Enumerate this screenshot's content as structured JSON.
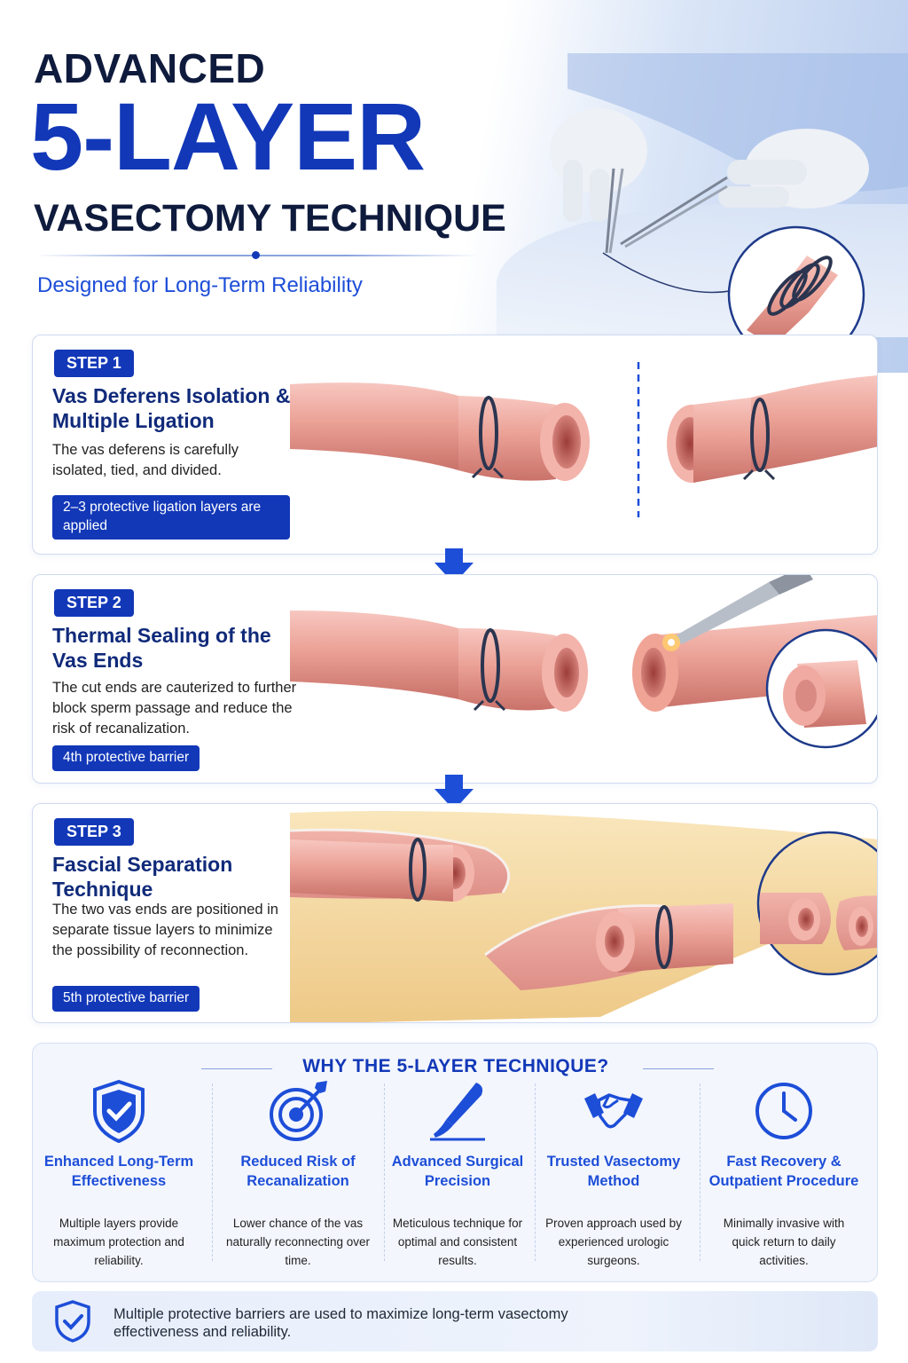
{
  "header": {
    "title_line1": "ADVANCED",
    "title_line2": "5-LAYER",
    "title_line3": "VASECTOMY TECHNIQUE",
    "subtitle": "Designed for Long-Term Reliability"
  },
  "steps": [
    {
      "badge": "STEP 1",
      "heading": "Vas Deferens Isolation & Multiple Ligation",
      "body": "The vas deferens is carefully isolated, tied, and divided.",
      "pill": "2–3 protective ligation layers are applied"
    },
    {
      "badge": "STEP 2",
      "heading": "Thermal Sealing of the Vas Ends",
      "body": "The cut ends are cauterized to further block sperm passage and reduce the risk of recanalization.",
      "pill": "4th protective barrier"
    },
    {
      "badge": "STEP 3",
      "heading": "Fascial Separation Technique",
      "body": "The two vas ends are positioned in separate tissue layers to minimize the possibility of reconnection.",
      "pill": "5th protective barrier"
    }
  ],
  "why": {
    "title": "WHY THE 5-LAYER TECHNIQUE?",
    "items": [
      {
        "icon": "shield-check-icon",
        "title": "Enhanced Long-Term Effectiveness",
        "desc": "Multiple layers provide maximum protection and reliability."
      },
      {
        "icon": "target-icon",
        "title": "Reduced Risk of Recanalization",
        "desc": "Lower chance of the vas naturally reconnecting over time."
      },
      {
        "icon": "scalpel-icon",
        "title": "Advanced Surgical Precision",
        "desc": "Meticulous technique for optimal and consistent results."
      },
      {
        "icon": "handshake-icon",
        "title": "Trusted Vasectomy Method",
        "desc": "Proven approach used by experienced urologic surgeons."
      },
      {
        "icon": "clock-icon",
        "title": "Fast Recovery & Outpatient Procedure",
        "desc": "Minimally invasive with quick return to daily activities."
      }
    ]
  },
  "footer": {
    "icon": "shield-check-icon",
    "text": "Multiple protective barriers are used to maximize long-term vasectomy effectiveness and reliability."
  },
  "colors": {
    "primary": "#1238b8",
    "navy": "#0f1b3d",
    "vas_pink": "#e89a92",
    "tissue_yellow": "#f3d59a"
  }
}
